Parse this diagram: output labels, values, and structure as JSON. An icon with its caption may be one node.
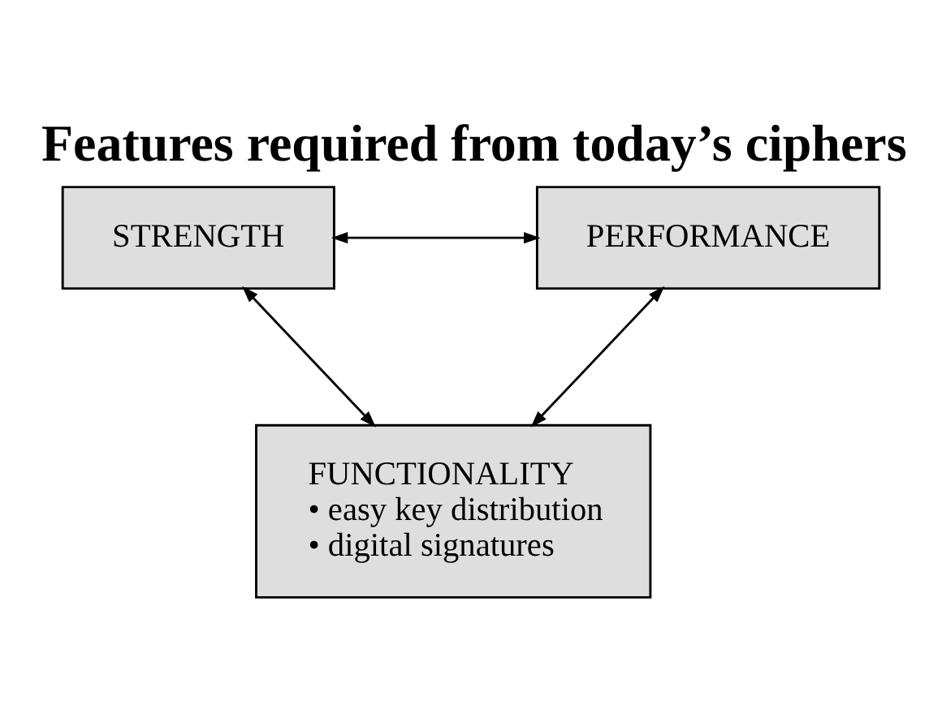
{
  "diagram": {
    "title": "Features required from today’s ciphers",
    "nodes": [
      {
        "text": [
          "STRENGTH"
        ]
      },
      {
        "text": [
          "PERFORMANCE"
        ]
      },
      {
        "text": [
          "FUNCTIONALITY",
          "• easy key distribution",
          "• digital signatures"
        ]
      }
    ],
    "edges": [
      {
        "from": 0,
        "to": 1,
        "arrow": "both"
      },
      {
        "from": 0,
        "to": 2,
        "arrow": "both"
      },
      {
        "from": 1,
        "to": 2,
        "arrow": "both"
      }
    ]
  }
}
